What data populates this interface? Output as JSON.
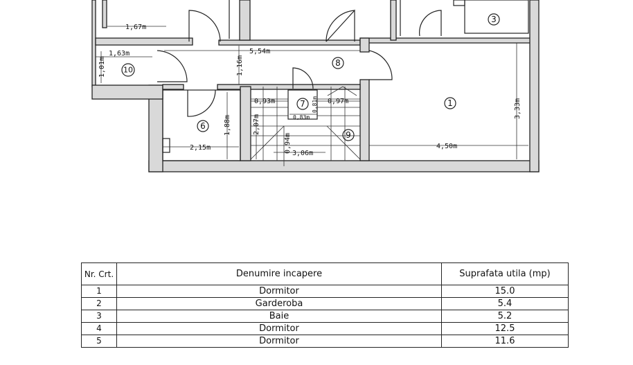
{
  "floor_plan": {
    "rooms": [
      "1",
      "3",
      "6",
      "7",
      "8",
      "9",
      "10"
    ],
    "dimensions": {
      "d_167": "1,67m",
      "d_163": "1,63m",
      "d_101": "1,01m",
      "d_554": "5,54m",
      "d_116": "1,16m",
      "d_093": "0,93m",
      "d_097": "0,97m",
      "d_081": "0,81m",
      "d_083": "0,83m",
      "d_207": "2,07m",
      "d_094": "0,94m",
      "d_306": "3,06m",
      "d_188": "1,88m",
      "d_215": "2,15m",
      "d_333": "3,33m",
      "d_450": "4,50m"
    }
  },
  "table": {
    "headers": [
      "Nr. Crt.",
      "Denumire incapere",
      "Suprafata utila (mp)"
    ],
    "rows": [
      {
        "nr": "1",
        "name": "Dormitor",
        "area": "15.0"
      },
      {
        "nr": "2",
        "name": "Garderoba",
        "area": "5.4"
      },
      {
        "nr": "3",
        "name": "Baie",
        "area": "5.2"
      },
      {
        "nr": "4",
        "name": "Dormitor",
        "area": "12.5"
      },
      {
        "nr": "5",
        "name": "Dormitor",
        "area": "11.6"
      }
    ]
  }
}
